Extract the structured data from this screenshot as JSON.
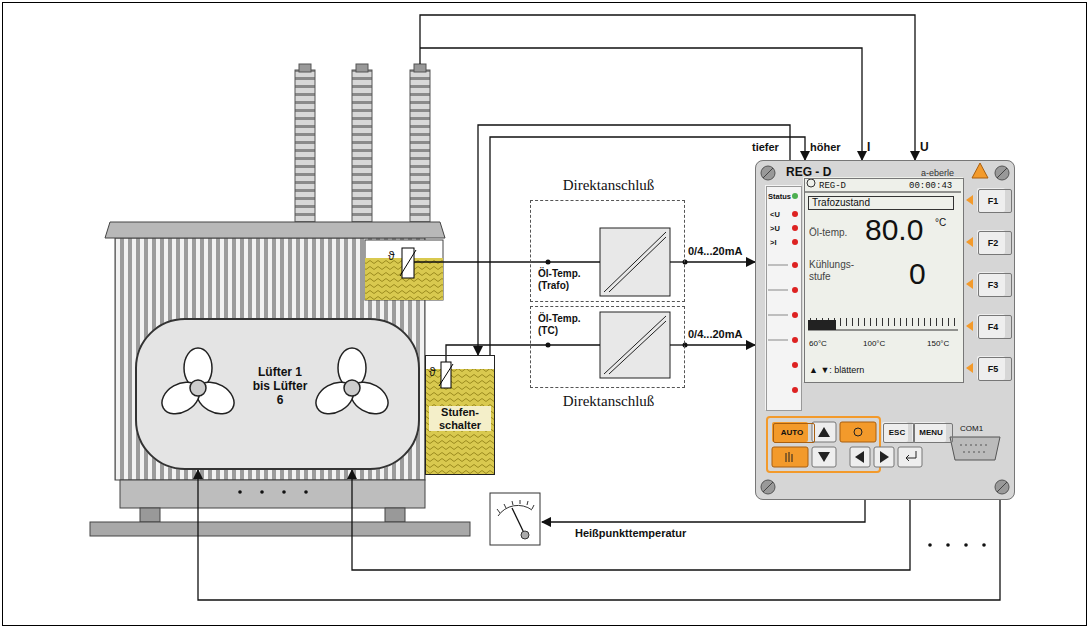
{
  "diagram": {
    "nodes": [
      {
        "text": [
          "Lüfter 1 bis Lüfter 6"
        ]
      },
      {
        "text": [
          "Stufen- schalter"
        ]
      },
      {
        "text": [
          "Direktanschluß"
        ]
      },
      {
        "text": [
          "Direktanschluß"
        ]
      },
      {
        "text": [
          "REG - D",
          "a-eberle"
        ]
      },
      {
        "text": [
          "REG-D",
          "00:00:43",
          "Trafozustand",
          "Öl-temp.",
          "80.0",
          "°C",
          "Kühlungs- stufe",
          "0",
          "60°C",
          "100°C",
          "150°C",
          "▲ ▼: blättern"
        ],
        "in": 4
      },
      {
        "text": [
          "Status",
          "<U",
          ">U",
          ">I"
        ],
        "in": 4
      },
      {
        "text": [
          "F1"
        ],
        "in": 4
      },
      {
        "text": [
          "F2"
        ],
        "in": 4
      },
      {
        "text": [
          "F3"
        ],
        "in": 4
      },
      {
        "text": [
          "F4"
        ],
        "in": 4
      },
      {
        "text": [
          "F5"
        ],
        "in": 4
      },
      {
        "text": [
          "AUTO"
        ],
        "in": 4
      },
      {
        "text": [
          "ESC"
        ],
        "in": 4
      },
      {
        "text": [
          "MENU"
        ],
        "in": 4
      }
    ],
    "edges": [
      {
        "from": 2,
        "to": 4,
        "label": "0/4...20mA",
        "arrow": "to"
      },
      {
        "from": 3,
        "to": 4,
        "label": "0/4...20mA",
        "arrow": "to"
      },
      {
        "from": 4,
        "to": 1,
        "label": "tiefer",
        "arrow": "to"
      },
      {
        "from": 1,
        "to": 4,
        "label": "höher",
        "arrow": "to"
      },
      {
        "from": 4,
        "to": 0,
        "arrow": "to"
      },
      {
        "from": 4,
        "to": 0,
        "arrow": "to"
      }
    ],
    "labels": [
      "Öl-Temp. (Trafo)",
      "Öl-Temp. (TC)",
      "ϑ",
      "ϑ",
      "I",
      "U",
      "Heißpunkttemperatur",
      "COM1"
    ]
  }
}
